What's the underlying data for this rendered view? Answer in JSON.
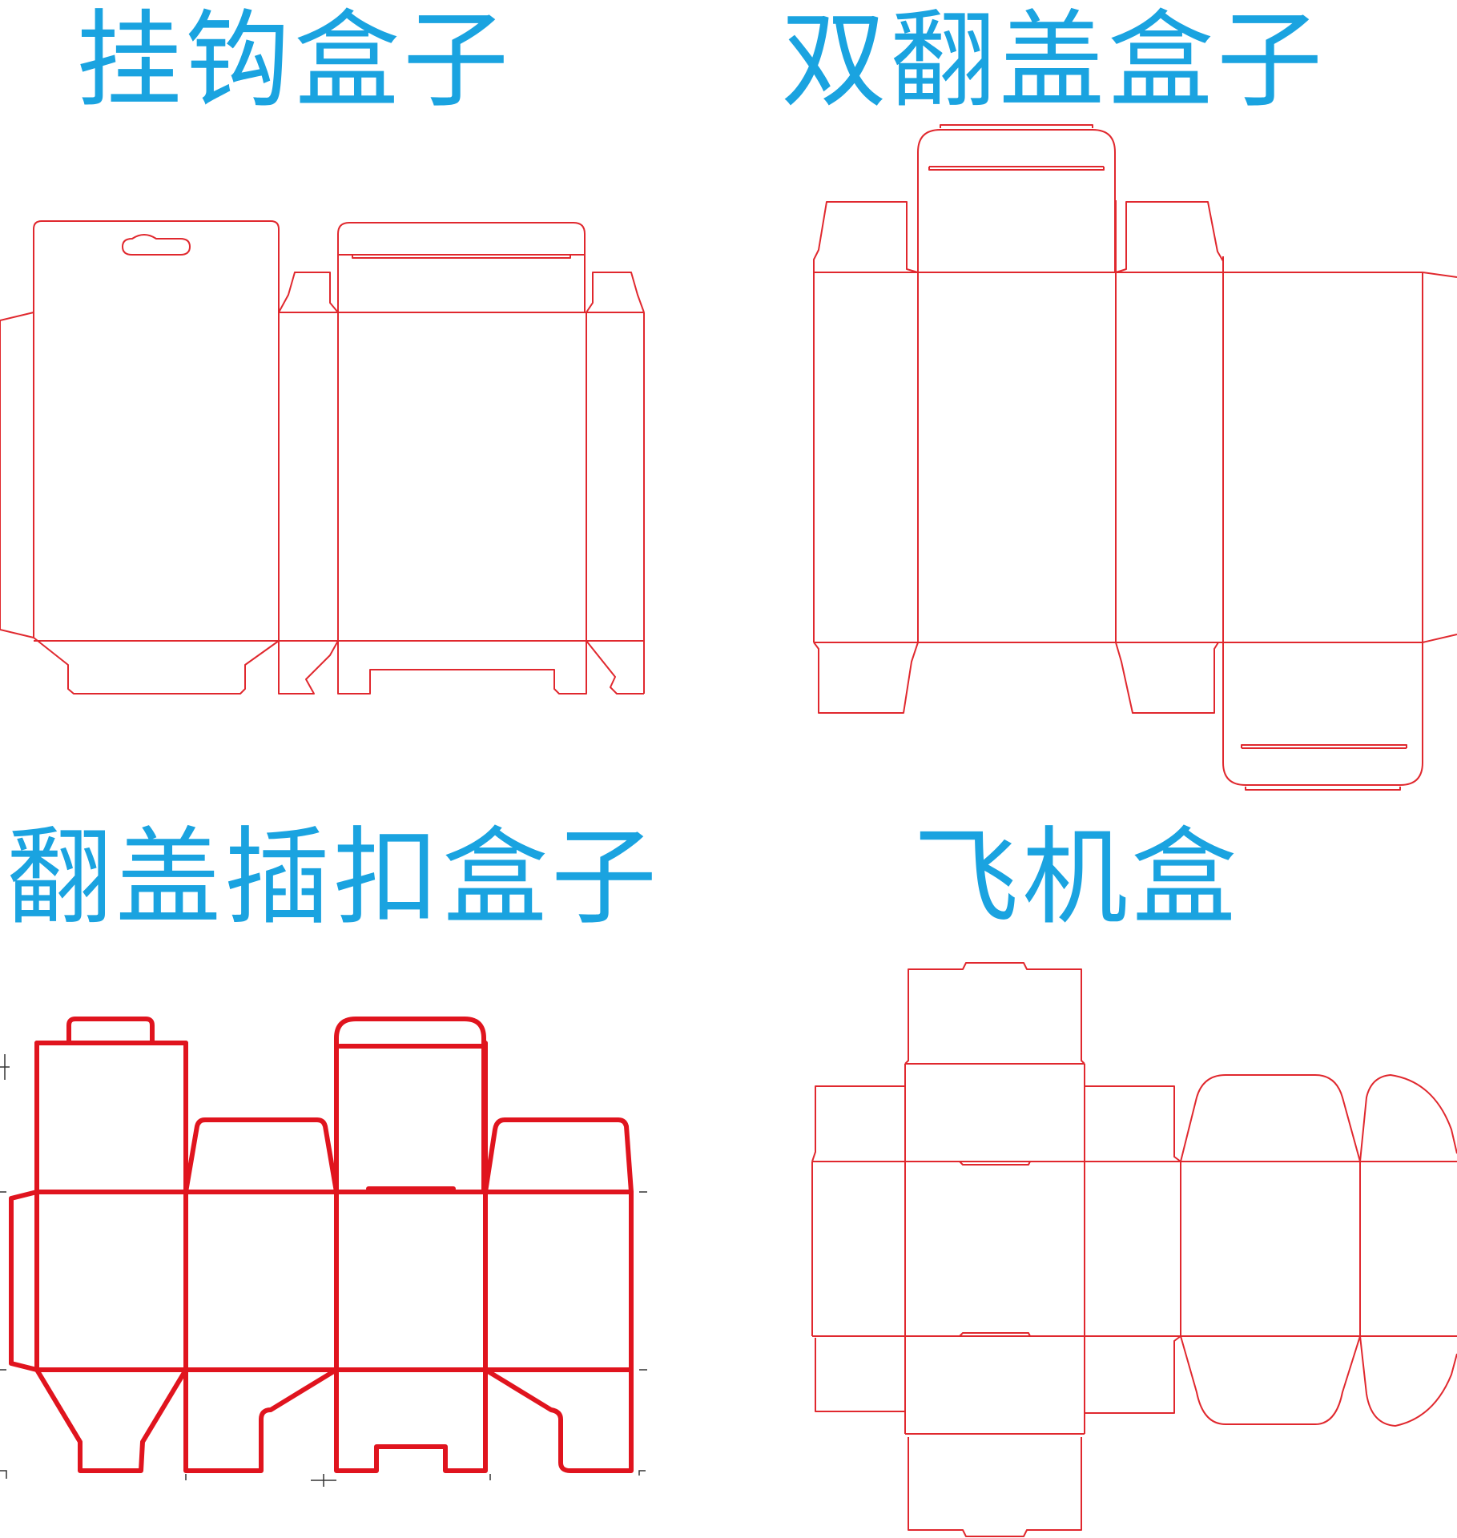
{
  "titles": {
    "hook_box": "挂钩盒子",
    "double_flip_box": "双翻盖盒子",
    "flip_lid_tuck_box": "翻盖插扣盒子",
    "airplane_box": "飞机盒"
  },
  "colors": {
    "title": "#1aa3e0",
    "dieline": "#e0282e",
    "dieline_bold": "#e0141e",
    "background": "#ffffff"
  }
}
